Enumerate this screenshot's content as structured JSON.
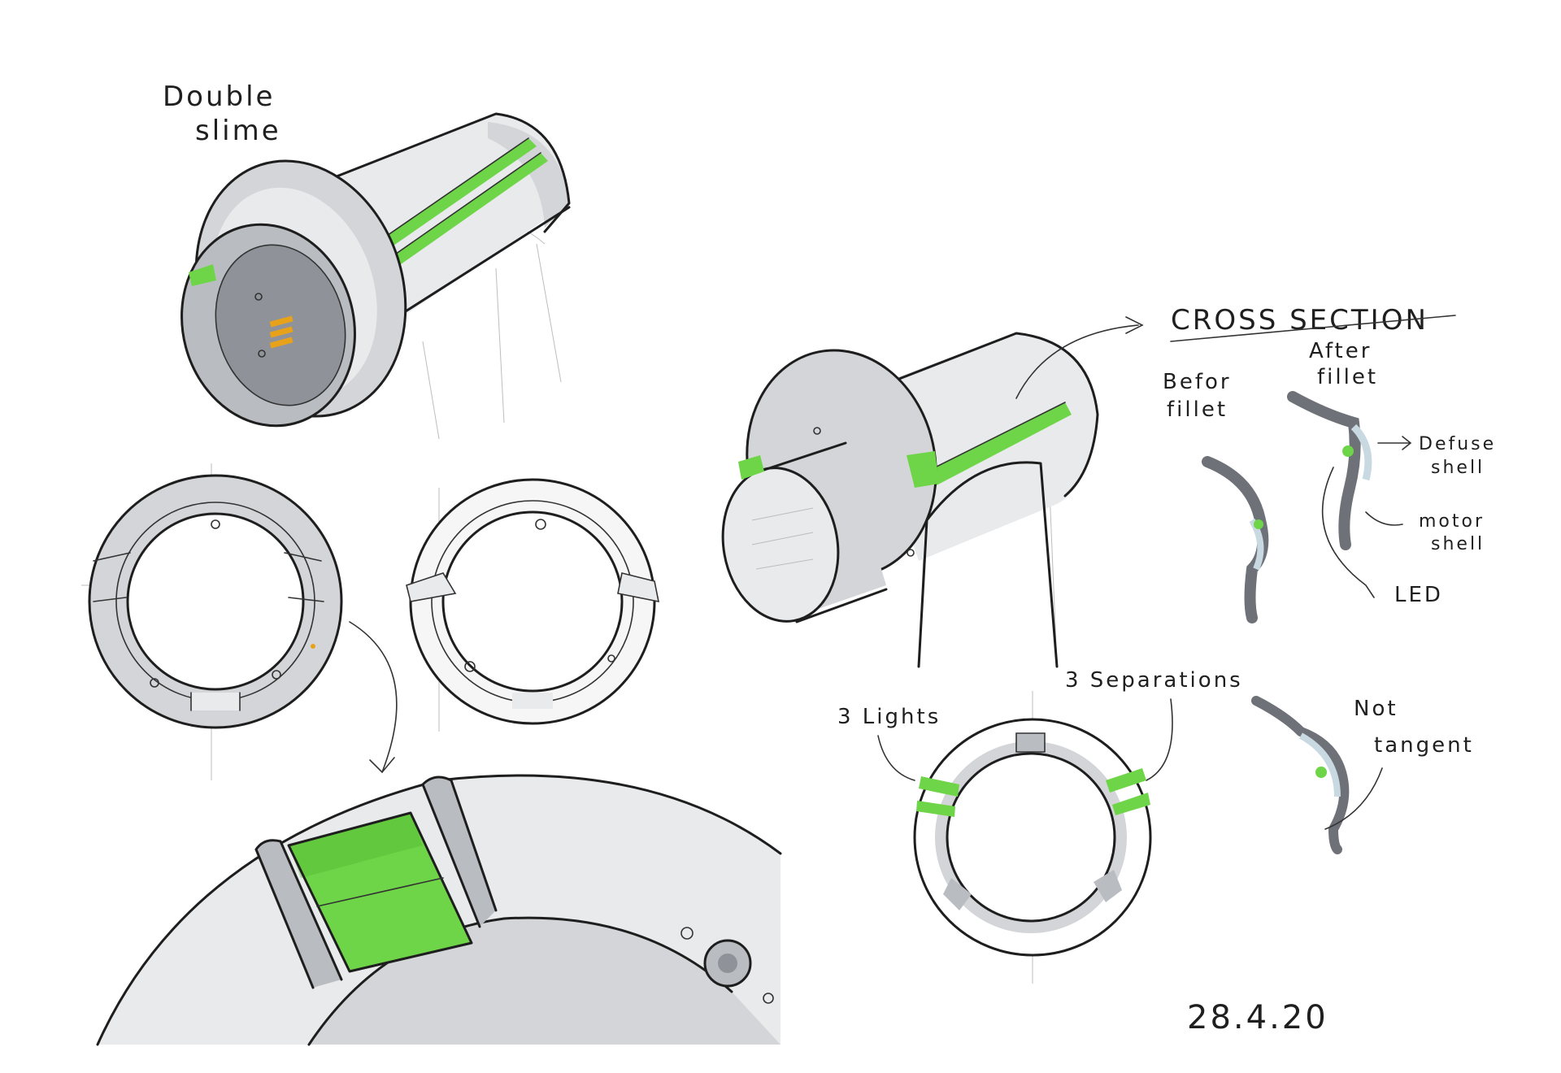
{
  "labels": {
    "double_slime_line1": "Double",
    "double_slime_line2": "slime",
    "cross_section": "CROSS  SECTION",
    "befor_line1": "Befor",
    "befor_line2": "fillet",
    "after_line1": "After",
    "after_line2": "fillet",
    "defuse_line1": "Defuse",
    "defuse_line2": "shell",
    "motor_line1": "motor",
    "motor_line2": "shell",
    "led": "LED",
    "three_lights": "3 Lights",
    "three_separations": "3 Separations",
    "not_line1": "Not",
    "not_line2": "tangent",
    "date": "28.4.20"
  },
  "colors": {
    "ink": "#1e1e1e",
    "accent_green": "#6fd548",
    "shell_grey": "#d3d5d8",
    "contact_gold": "#e8a21a"
  }
}
